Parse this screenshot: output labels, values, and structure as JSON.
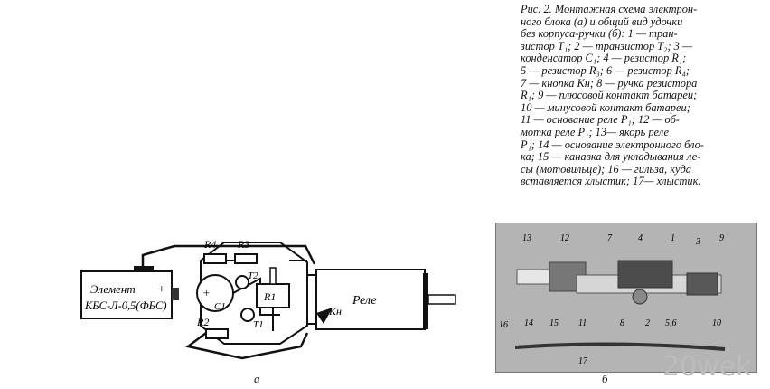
{
  "caption": {
    "lines": [
      "Рис. 2. Монтажная схема электрон-",
      "ного блока (а) и общий вид удочки",
      "без корпуса-ручки (б): 1 — тран-",
      "зистор T₁; 2 — транзистор T₂; 3 —",
      "конденсатор C₁; 4 — резистор R₁;",
      "5 — резистор R₃; 6 — резистор R₄;",
      "7 — кнопка Кн; 8 — ручка резистора",
      "R₁; 9 — плюсовой контакт батареи;",
      "10 — минусовой контакт батареи;",
      "11 — основание реле P₁; 12 — об-",
      "мотка реле P₁; 13— якорь реле",
      "P₁; 14 — основание электронного бло-",
      "ка; 15 — канавка для укладывания ле-",
      "сы (мотовильце); 16 — гильза, куда",
      "вставляется хлыстик; 17— хлыстик."
    ]
  },
  "diagram": {
    "battery_line1": "Элемент",
    "battery_line2": "КБС-Л-0,5(ФБС)",
    "plus": "+",
    "relay": "Реле",
    "r4": "R4",
    "r3": "R3",
    "r2": "R2",
    "r1": "R1",
    "t2": "T2",
    "t1": "T1",
    "c1": "C1",
    "kn": "Кн",
    "c_plus": "+"
  },
  "photo": {
    "n13": "13",
    "n12": "12",
    "n7": "7",
    "n4": "4",
    "n1": "1",
    "n3": "3",
    "n9": "9",
    "n16": "16",
    "n14": "14",
    "n15": "15",
    "n11": "11",
    "n8": "8",
    "n2": "2",
    "n56": "5,6",
    "n10": "10",
    "n17": "17"
  },
  "labels": {
    "a": "а",
    "b": "б"
  },
  "watermark": "20wek"
}
